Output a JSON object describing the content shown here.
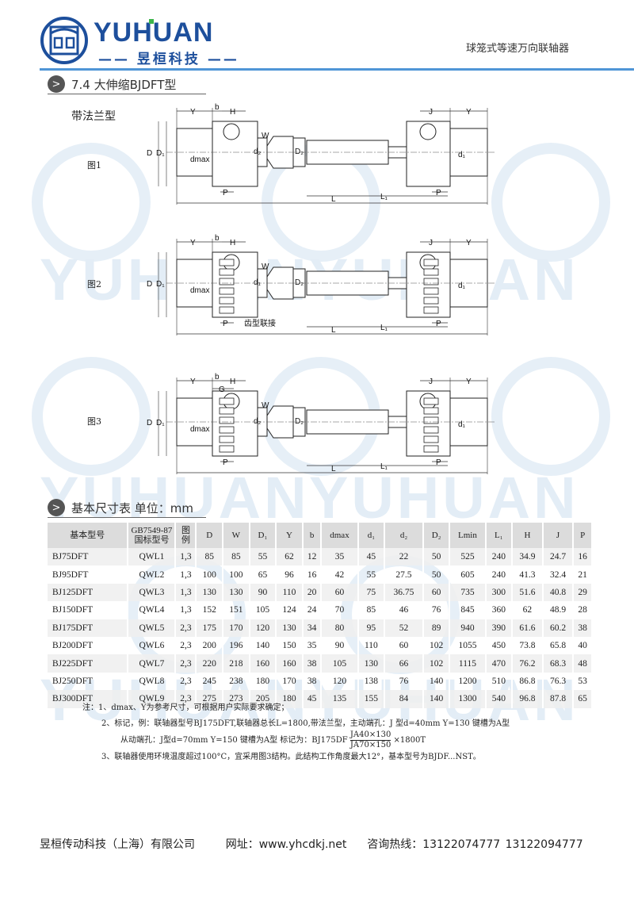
{
  "header": {
    "brand": "YUHUAN",
    "brand_cn": "—— 昱桓科技 ——",
    "page_title": "球笼式等速万向联轴器"
  },
  "section1": {
    "icon": "chevron-right-icon",
    "title": "7.4  大伸缩BJDFT型",
    "subtitle": "带法兰型"
  },
  "figures": [
    {
      "name": "图1",
      "labels": {
        "Y": "Y",
        "b": "b",
        "H": "H",
        "W": "W",
        "J": "J",
        "D": "D",
        "D1": "D₁",
        "dmax": "dmax",
        "d2": "d₂",
        "D2": "D₂",
        "d1": "d₁",
        "P": "P",
        "L1": "L₁",
        "L": "L"
      }
    },
    {
      "name": "图2",
      "note": "齿型联接",
      "labels": {
        "Y": "Y",
        "b": "b",
        "H": "H",
        "W": "W",
        "J": "J",
        "D": "D",
        "D1": "D₁",
        "dmax": "dmax",
        "d2": "d₁",
        "D2": "D₂",
        "d1": "d₁",
        "P": "P",
        "L1": "L₁",
        "L": "L"
      }
    },
    {
      "name": "图3",
      "labels": {
        "Y": "Y",
        "b": "b",
        "H": "H",
        "G": "G",
        "W": "W",
        "J": "J",
        "D": "D",
        "D1": "D₁",
        "dmax": "dmax",
        "d2": "d₂",
        "D2": "D₂",
        "d1": "d₁",
        "P": "P",
        "L1": "L₁",
        "L": "L"
      }
    }
  ],
  "section2": {
    "icon": "chevron-right-icon",
    "title": "基本尺寸表   单位：mm"
  },
  "table": {
    "headers": [
      "基本型号",
      "GB7549-87 国标型号",
      "图 例",
      "D",
      "W",
      "D₁",
      "Y",
      "b",
      "dmax",
      "d₁",
      "d₂",
      "D₂",
      "Lmin",
      "L₁",
      "H",
      "J",
      "P"
    ],
    "rows": [
      [
        "BJ75DFT",
        "QWL1",
        "1,3",
        "85",
        "85",
        "55",
        "62",
        "12",
        "35",
        "45",
        "22",
        "50",
        "525",
        "240",
        "34.9",
        "24.7",
        "16"
      ],
      [
        "BJ95DFT",
        "QWL2",
        "1,3",
        "100",
        "100",
        "65",
        "96",
        "16",
        "42",
        "55",
        "27.5",
        "50",
        "605",
        "240",
        "41.3",
        "32.4",
        "21"
      ],
      [
        "BJ125DFT",
        "QWL3",
        "1,3",
        "130",
        "130",
        "90",
        "110",
        "20",
        "60",
        "75",
        "36.75",
        "60",
        "735",
        "300",
        "51.6",
        "40.8",
        "29"
      ],
      [
        "BJ150DFT",
        "QWL4",
        "1,3",
        "152",
        "151",
        "105",
        "124",
        "24",
        "70",
        "85",
        "46",
        "76",
        "845",
        "360",
        "62",
        "48.9",
        "28"
      ],
      [
        "BJ175DFT",
        "QWL5",
        "2,3",
        "175",
        "170",
        "120",
        "130",
        "34",
        "80",
        "95",
        "52",
        "89",
        "940",
        "390",
        "61.6",
        "60.2",
        "38"
      ],
      [
        "BJ200DFT",
        "QWL6",
        "2,3",
        "200",
        "196",
        "140",
        "150",
        "35",
        "90",
        "110",
        "60",
        "102",
        "1055",
        "450",
        "73.8",
        "65.8",
        "40"
      ],
      [
        "BJ225DFT",
        "QWL7",
        "2,3",
        "220",
        "218",
        "160",
        "160",
        "38",
        "105",
        "130",
        "66",
        "102",
        "1115",
        "470",
        "76.2",
        "68.3",
        "48"
      ],
      [
        "BJ250DFT",
        "QWL8",
        "2,3",
        "245",
        "238",
        "180",
        "170",
        "38",
        "120",
        "138",
        "76",
        "140",
        "1200",
        "510",
        "86.8",
        "76.3",
        "53"
      ],
      [
        "BJ300DFT",
        "QWL9",
        "2,3",
        "275",
        "273",
        "205",
        "180",
        "45",
        "135",
        "155",
        "84",
        "140",
        "1300",
        "540",
        "96.8",
        "87.8",
        "65"
      ]
    ]
  },
  "notes": {
    "n1": "注：1、dmax、Y为参考尺寸，可根据用户实际要求确定；",
    "n2": "2、标记，例：联轴器型号BJ175DFT,联轴器总长L=1800,带法兰型，主动端孔：J 型d=40mm Y=130 键槽为A型",
    "n2b": "从动端孔：J型d=70mm Y=150 键槽为A型    标记为：BJ175DF",
    "frac_top": "JA40×130",
    "frac_bottom": "JA70×150",
    "frac_suffix": "×1800T",
    "n3": "3、联轴器使用环境温度超过100°C，宜采用图3结构。此结构工作角度最大12°，基本型号为BJDF...NST。"
  },
  "footer": {
    "company": "昱桓传动科技（上海）有限公司",
    "website": "网址：www.yhcdkj.net",
    "hotline": "咨询热线：13122074777   13122094777"
  },
  "colors": {
    "brand": "#1d4f9c",
    "accent": "#4f95d6",
    "watermark": "#e3edf6",
    "logo_dot": "#3bb44a"
  }
}
